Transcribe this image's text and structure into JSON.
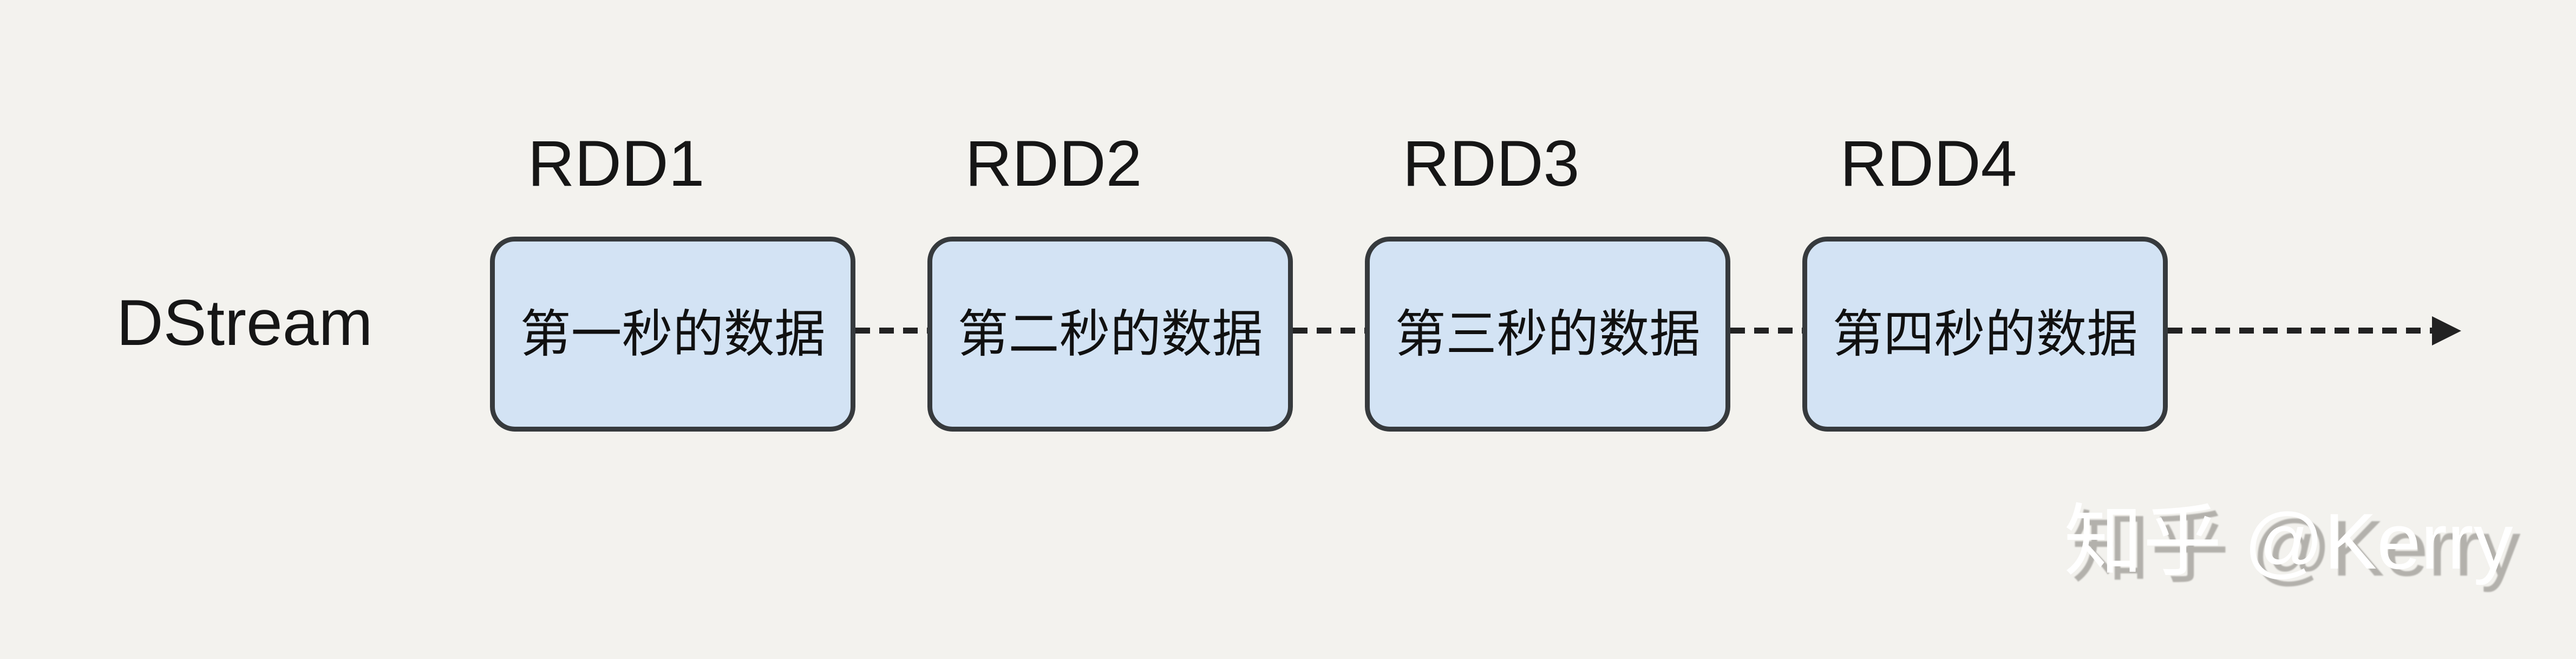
{
  "diagram": {
    "stream_label": "DStream",
    "watermark": "知乎 @Kerry",
    "colors": {
      "background": "#f3f2ee",
      "box_fill": "#d3e3f4",
      "box_border": "#363a3d",
      "line": "#222222",
      "text": "#161616",
      "watermark_text": "#ffffff",
      "watermark_shadow": "#b3b1ac"
    },
    "boxes": [
      {
        "rdd_label": "RDD1",
        "content": "第一秒的数据"
      },
      {
        "rdd_label": "RDD2",
        "content": "第二秒的数据"
      },
      {
        "rdd_label": "RDD3",
        "content": "第三秒的数据"
      },
      {
        "rdd_label": "RDD4",
        "content": "第四秒的数据"
      }
    ]
  }
}
